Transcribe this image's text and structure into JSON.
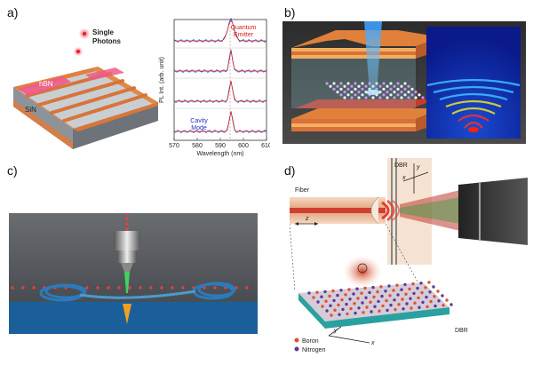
{
  "panels": {
    "a": {
      "label": "a)",
      "single_photons": [
        "Single",
        "Photons"
      ],
      "hbn": "hBN",
      "sin": "SiN",
      "plot": {
        "ylabel": "PL Int. (arb. unit)",
        "xlabel": "Wavelength (nm)",
        "xticks": [
          "570",
          "580",
          "590",
          "600",
          "610"
        ],
        "xlim": [
          570,
          610
        ],
        "quantum_emitter": [
          "Quantum",
          "Emitter"
        ],
        "cavity_mode": [
          "Cavity",
          "Mode"
        ]
      }
    },
    "b": {
      "label": "b)"
    },
    "c": {
      "label": "c)"
    },
    "d": {
      "label": "d)",
      "dbr_top": "DBR",
      "dbr_bottom": "DBR",
      "fiber": "Fiber",
      "axis_z": "z",
      "axis_y": "y",
      "axis_x": "x",
      "boron": "Boron",
      "nitrogen": "Nitrogen"
    }
  },
  "colors": {
    "orange": "#e07a3a",
    "pink": "#e8487a",
    "red_text": "#d02020",
    "blue_text": "#2030c0",
    "boron": "#e05030",
    "nitrogen": "#5a3a9a"
  }
}
